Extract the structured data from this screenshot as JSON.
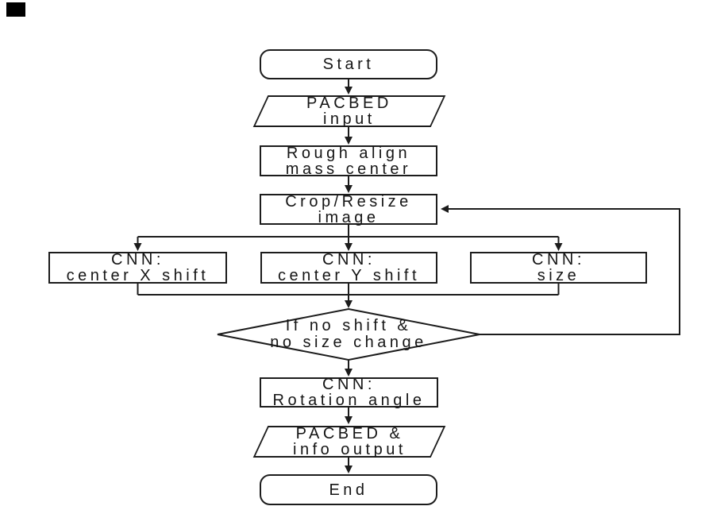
{
  "colors": {
    "background": "#ffffff",
    "stroke": "#1c1c1c",
    "text": "#151515",
    "corner_mark": "#000000"
  },
  "flowchart": {
    "start": {
      "label": "Start"
    },
    "pacbed_input": {
      "line1": "PACBED",
      "line2": "input"
    },
    "rough_align": {
      "line1": "Rough align",
      "line2": "mass center"
    },
    "crop_resize": {
      "line1": "Crop/Resize",
      "line2": "image"
    },
    "cnn_center_x": {
      "line1": "CNN:",
      "line2": "center X shift"
    },
    "cnn_center_y": {
      "line1": "CNN:",
      "line2": "center Y shift"
    },
    "cnn_size": {
      "line1": "CNN:",
      "line2": "size"
    },
    "decision": {
      "line1": "If no shift &",
      "line2": "no size change"
    },
    "cnn_rotation": {
      "line1": "CNN:",
      "line2": "Rotation angle"
    },
    "pacbed_output": {
      "line1": "PACBED &",
      "line2": "info output"
    },
    "end": {
      "label": "End"
    }
  }
}
